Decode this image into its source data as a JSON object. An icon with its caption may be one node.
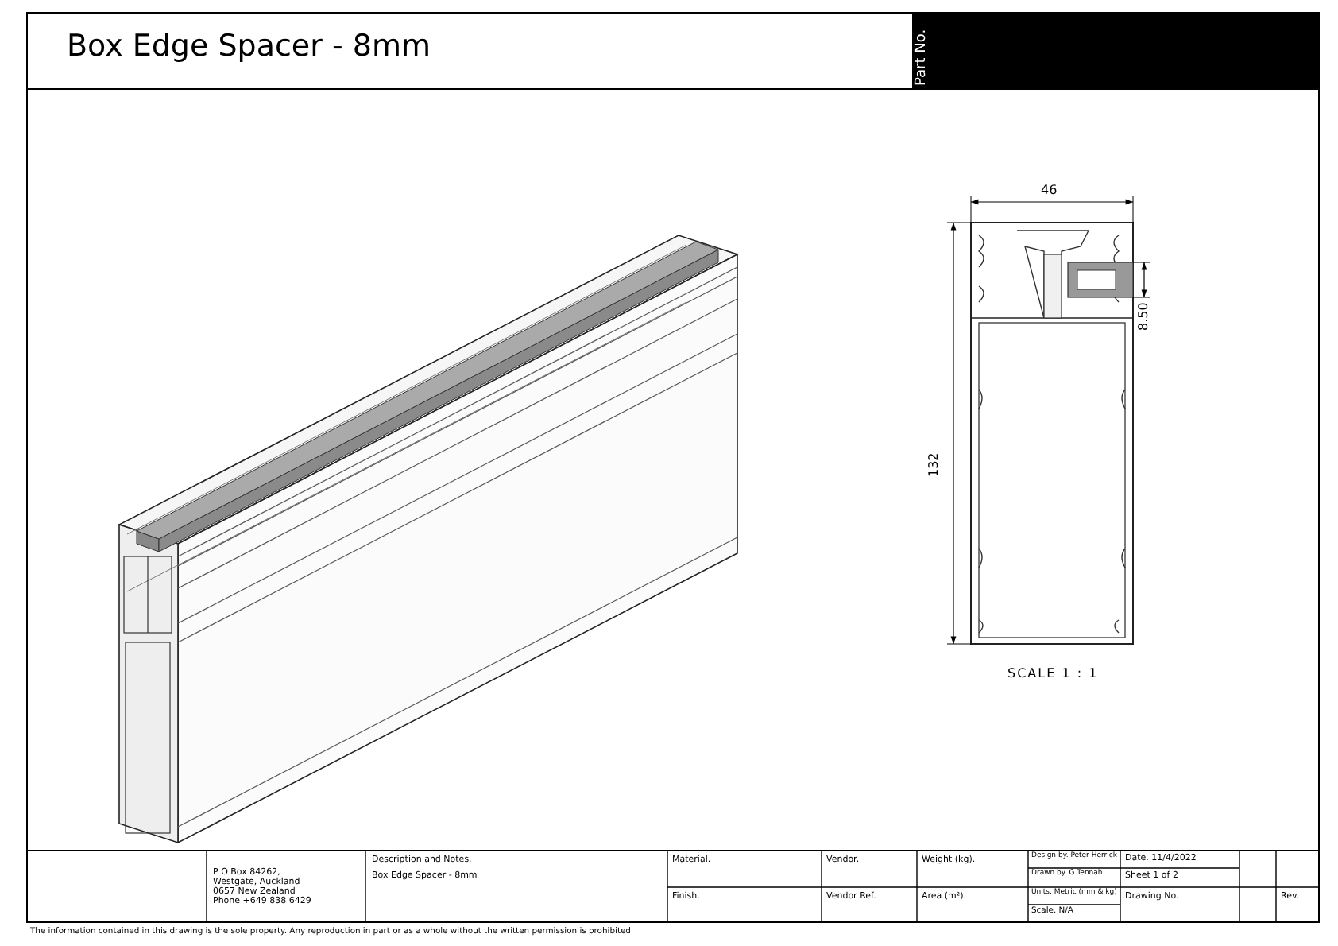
{
  "diagram": {
    "title": "Box Edge Spacer - 8mm",
    "labels": [
      "Part No.",
      "46",
      "8.50",
      "132",
      "SCALE 1 : 1",
      "P O Box 84262,",
      "Westgate, Auckland",
      "0657 New Zealand",
      "Phone +649 838 6429",
      "Description and Notes.",
      "Box Edge Spacer - 8mm",
      "Material.",
      "Vendor.",
      "Weight (kg).",
      "Design by. Peter Herrick",
      "Date. 11/4/2022",
      "Drawn by. G Tennah",
      "Sheet 1 of 2",
      "Finish.",
      "Vendor Ref.",
      "Area (m²).",
      "Units. Metric (mm & kg)",
      "Drawing No.",
      "Rev.",
      "Scale. N/A",
      "The information contained in this drawing is the sole property. Any reproduction in part or as a whole without the written permission is prohibited"
    ]
  }
}
